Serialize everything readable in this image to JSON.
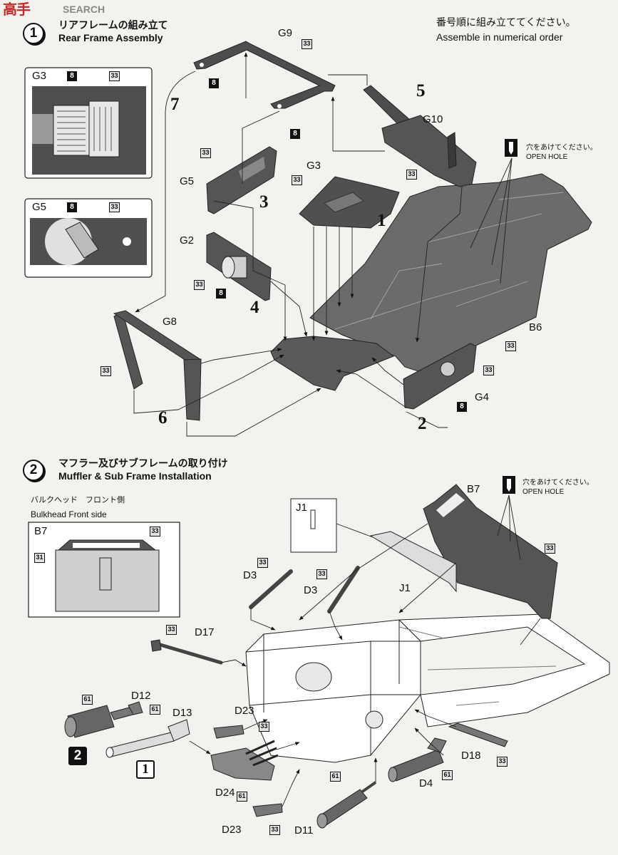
{
  "watermark": {
    "logo_chars": "高手",
    "brand": "SEARCH"
  },
  "colors": {
    "paper": "#f3f2ee",
    "ink": "#111111",
    "part_fill": "#555555",
    "code_box": "#e4e4e4"
  },
  "icons": {
    "open_hole": "drill-bit-icon",
    "step_marker": "circled-number-icon"
  },
  "step1": {
    "number": "1",
    "title_ja": "リアフレームの組み立て",
    "title_en": "Rear Frame Assembly",
    "note_ja": "番号順に組み立ててください。",
    "note_en": "Assemble in numerical order",
    "inset_g3": {
      "part": "G3",
      "color_a": "8",
      "color_b": "33"
    },
    "inset_g5": {
      "part": "G5",
      "color_a": "8",
      "color_b": "33"
    },
    "open_hole": {
      "ja": "穴をあけてください。",
      "en": "OPEN HOLE"
    },
    "labels": [
      "G9",
      "33",
      "8",
      "7",
      "5",
      "8",
      "G10",
      "33",
      "33",
      "G5",
      "G3",
      "33",
      "3",
      "1",
      "G2",
      "33",
      "8",
      "4",
      "G8",
      "33",
      "B6",
      "33",
      "33",
      "G4",
      "8",
      "6",
      "2"
    ]
  },
  "step2": {
    "number": "2",
    "title_ja": "マフラー及びサブフレームの取り付け",
    "title_en": "Muffler & Sub Frame Installation",
    "bulkhead_ja": "バルクヘッド　フロント側",
    "bulkhead_en": "Bulkhead Front side",
    "inset_b7": {
      "part": "B7",
      "color_a": "33",
      "color_b": "31"
    },
    "inset_j1": {
      "part": "J1"
    },
    "open_hole": {
      "ja": "穴をあけてください。",
      "en": "OPEN HOLE"
    },
    "labels": [
      "B7",
      "33",
      "33",
      "D3",
      "33",
      "D3",
      "J1",
      "33",
      "D17",
      "61",
      "D12",
      "61",
      "D13",
      "D23",
      "33",
      "2",
      "1",
      "D18",
      "33",
      "61",
      "D4",
      "61",
      "D24",
      "61",
      "D23",
      "33",
      "D11"
    ]
  }
}
